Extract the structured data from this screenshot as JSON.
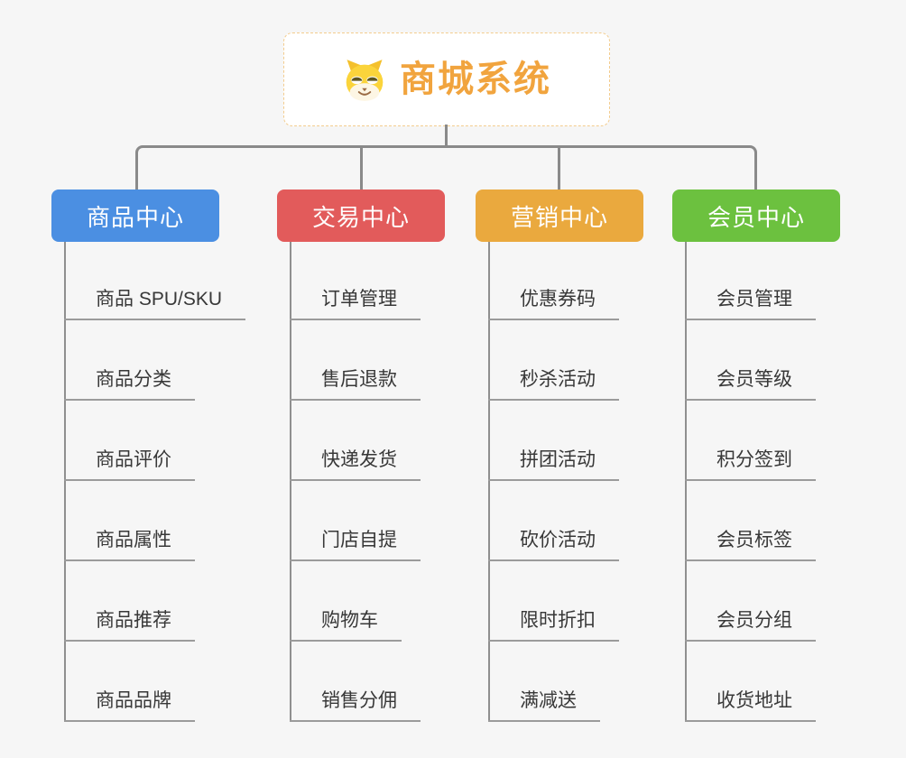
{
  "root": {
    "title": "商城系统",
    "icon": "shiba-dog-icon"
  },
  "branches": [
    {
      "label": "商品中心",
      "color": "#4B8FE2",
      "items": [
        "商品 SPU/SKU",
        "商品分类",
        "商品评价",
        "商品属性",
        "商品推荐",
        "商品品牌"
      ]
    },
    {
      "label": "交易中心",
      "color": "#E25B5B",
      "items": [
        "订单管理",
        "售后退款",
        "快递发货",
        "门店自提",
        "购物车",
        "销售分佣"
      ]
    },
    {
      "label": "营销中心",
      "color": "#EAA93E",
      "items": [
        "优惠券码",
        "秒杀活动",
        "拼团活动",
        "砍价活动",
        "限时折扣",
        "满减送"
      ]
    },
    {
      "label": "会员中心",
      "color": "#6CC13F",
      "items": [
        "会员管理",
        "会员等级",
        "积分签到",
        "会员标签",
        "会员分组",
        "收货地址"
      ]
    }
  ],
  "colors": {
    "background": "#F6F6F6",
    "root_accent": "#F1A43E",
    "root_border": "#F3CC8D",
    "connector_gray": "#8A8A8A",
    "item_text": "#383838",
    "branch_blue": "#4B8FE2",
    "branch_red": "#E25B5B",
    "branch_orange": "#EAA93E",
    "branch_green": "#6CC13F"
  }
}
